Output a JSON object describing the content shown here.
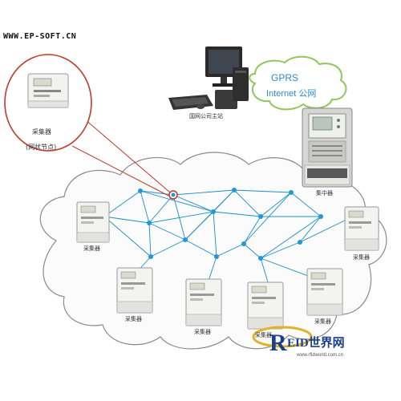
{
  "header": {
    "url": "WWW.EP-SOFT.CN"
  },
  "bubble": {
    "line1": "GPRS",
    "line2": "Internet 公网"
  },
  "labels": {
    "host": "国网公司主站",
    "concentrator": "集中器",
    "collector_zoom": "采集器",
    "collector_zoom_sub": "(网状节点)",
    "collector": "采集器"
  },
  "logo": {
    "text": "R EID世界网",
    "sub": "www.rfidworld.com.cn"
  },
  "colors": {
    "mesh_line": "#1a8fc9",
    "node": "#2196d9",
    "bubble_text": "#2b8ad3",
    "zoom_circle": "#c0392b",
    "cloud_edge": "#8a8a8a"
  }
}
